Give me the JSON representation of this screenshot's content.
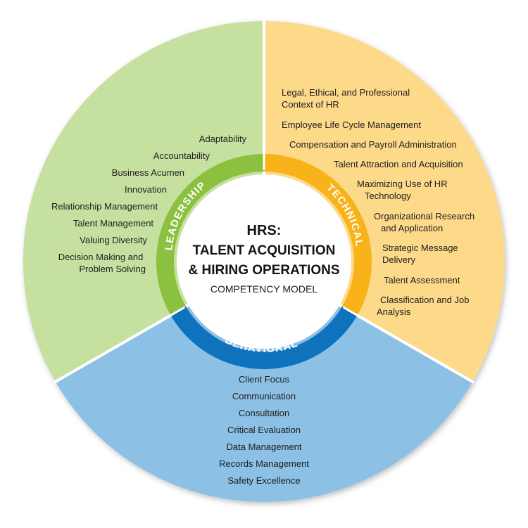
{
  "center": {
    "line1": "HRS:",
    "line2": "TALENT ACQUISITION",
    "line3": "& HIRING OPERATIONS",
    "subtitle": "COMPETENCY MODEL"
  },
  "segments": {
    "leadership": {
      "label": "LEADERSHIP",
      "color": "#c6e0a0",
      "ring_color": "#8cc13f",
      "items": [
        "Adaptability",
        "Accountability",
        "Business Acumen",
        "Innovation",
        "Relationship Management",
        "Talent Management",
        "Valuing Diversity",
        [
          "Decision Making and",
          "Problem Solving"
        ]
      ]
    },
    "technical": {
      "label": "TECHNICAL",
      "color": "#fdd98a",
      "ring_color": "#f7b319",
      "items": [
        [
          "Legal, Ethical, and Professional",
          "Context of HR"
        ],
        "Employee Life Cycle Management",
        "Compensation and Payroll Administration",
        "Talent Attraction and Acquisition",
        [
          "Maximizing Use of HR",
          "Technology"
        ],
        [
          "Organizational Research",
          "and Application"
        ],
        [
          "Strategic Message",
          "Delivery"
        ],
        "Talent Assessment",
        [
          "Classification and Job",
          "Analysis"
        ]
      ]
    },
    "behavioral": {
      "label": "BEHAVIORAL",
      "color": "#8cc0e4",
      "ring_color": "#0f72bc",
      "items": [
        "Client Focus",
        "Communication",
        "Consultation",
        "Critical Evaluation",
        "Data Management",
        "Records Management",
        "Safety Excellence"
      ]
    }
  }
}
